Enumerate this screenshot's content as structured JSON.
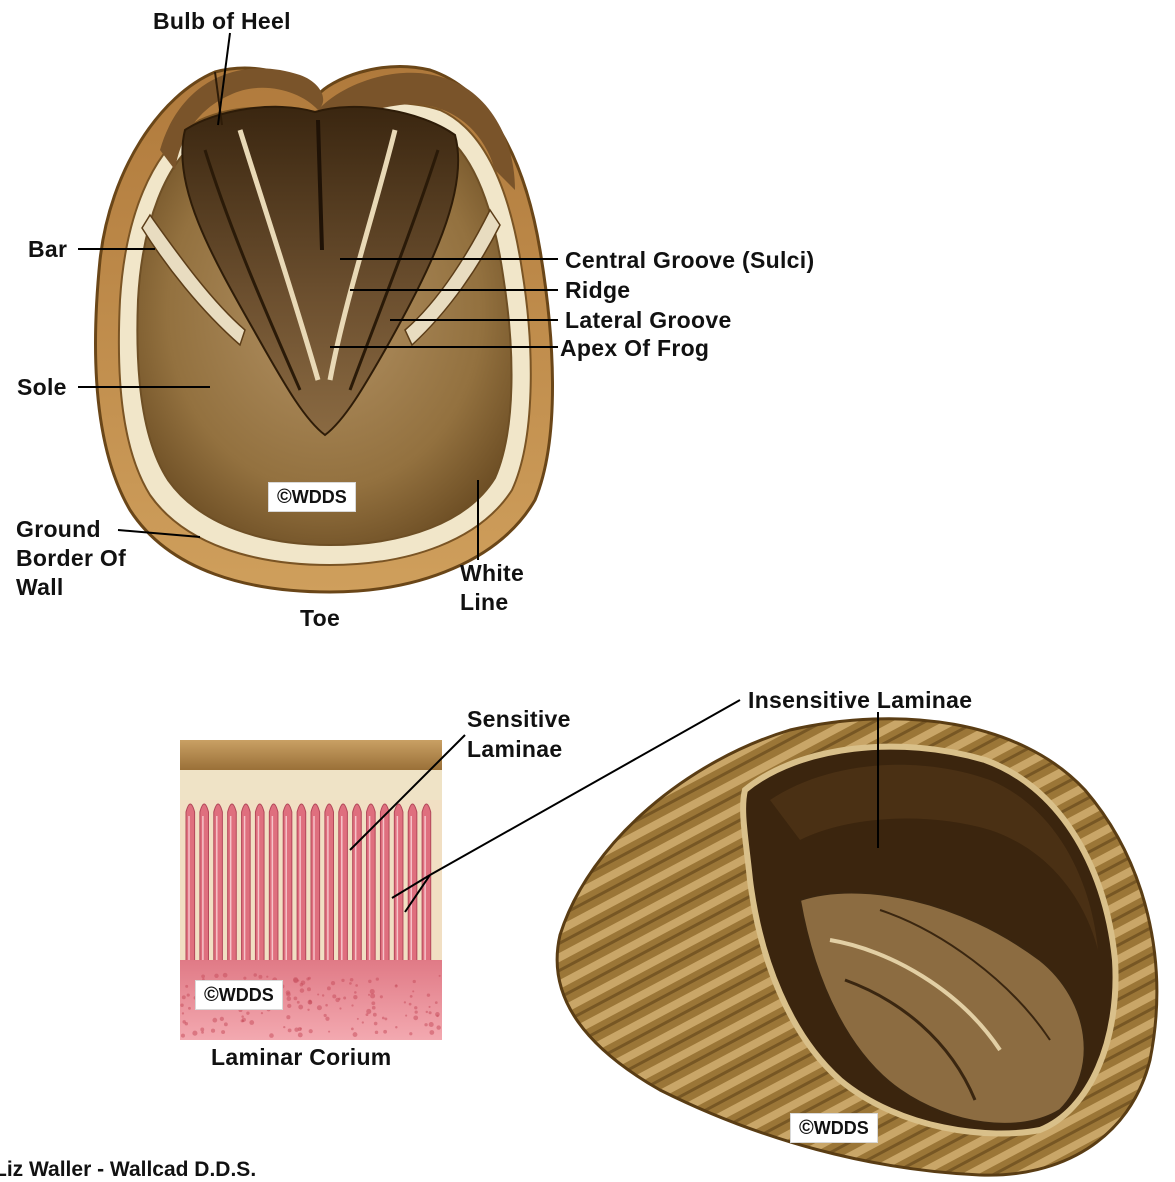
{
  "labels": {
    "bulb_of_heel": "Bulb of Heel",
    "bar": "Bar",
    "central_groove": "Central Groove (Sulci)",
    "ridge": "Ridge",
    "lateral_groove": "Lateral Groove",
    "apex_of_frog": "Apex Of Frog",
    "sole": "Sole",
    "ground_border_1": "Ground",
    "ground_border_2": "Border Of",
    "ground_border_3": "Wall",
    "white_line_1": "White",
    "white_line_2": "Line",
    "toe": "Toe",
    "sensitive_laminae_1": "Sensitive",
    "sensitive_laminae_2": "Laminae",
    "insensitive_laminae": "Insensitive Laminae",
    "laminar_corium": "Laminar Corium"
  },
  "watermark": {
    "symbol": "©",
    "text": "WDDS"
  },
  "credit": "Liz Waller - Wallcad D.D.S."
}
